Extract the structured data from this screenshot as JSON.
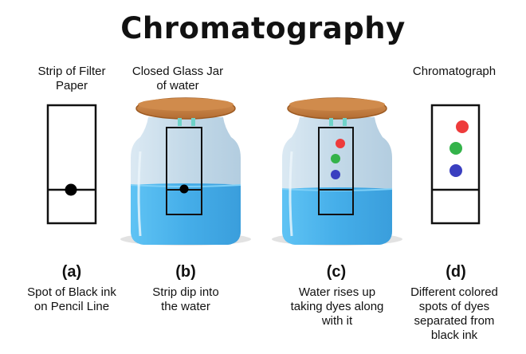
{
  "title": "Chromatography",
  "panels": [
    {
      "top_label": [
        "Strip of Filter",
        "Paper"
      ],
      "letter": "(a)",
      "caption": [
        "Spot of Black ink",
        "on Pencil Line"
      ]
    },
    {
      "top_label": [
        "Closed Glass Jar",
        "of water"
      ],
      "letter": "(b)",
      "caption": [
        "Strip dip into",
        "the water"
      ]
    },
    {
      "top_label": [],
      "letter": "(c)",
      "caption": [
        "Water rises up",
        "taking dyes along",
        "with it"
      ]
    },
    {
      "top_label": [
        "Chromatograph"
      ],
      "letter": "(d)",
      "caption": [
        "Different colored",
        "spots of dyes",
        "separated from",
        "black ink"
      ]
    }
  ],
  "colors": {
    "lid": "#c98446",
    "lid_dark": "#9c5a22",
    "glass": "#c6dceb",
    "water": "#4fb3ec",
    "dye_red": "#ee3b3b",
    "dye_green": "#34b34a",
    "dye_blue": "#3a3fc0"
  }
}
